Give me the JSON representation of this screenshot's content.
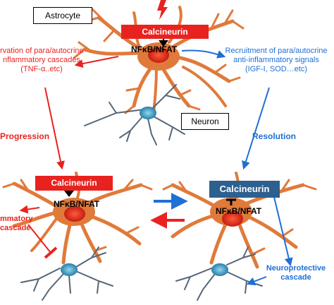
{
  "labels": {
    "astrocyte": "Astrocyte",
    "neuron": "Neuron",
    "progression": "Progression",
    "resolution": "Resolution"
  },
  "top": {
    "calcineurin": "Calcineurin",
    "nfkb": "NFκB/NFAT",
    "left_text": [
      "rvation of para/autocrine",
      "nflammatory cascades",
      "(TNF-α..etc)"
    ],
    "right_text": [
      "Recruitment of para/autocrine",
      "anti-inflammatory signals",
      "(IGF-I, SOD…etc)"
    ]
  },
  "bottom_left": {
    "calcineurin": "Calcineurin",
    "nfkb": "NFκB/NFAT",
    "side_text": [
      "mmatory",
      "cascade"
    ]
  },
  "bottom_right": {
    "calcineurin": "Calcineurin",
    "nfkb": "NFκB/NFAT",
    "side_text": [
      "Neuroprotective",
      "cascade"
    ]
  },
  "colors": {
    "red": "#e8231f",
    "blue": "#1f6fd6",
    "calcineurin_blue": "#2d5f8f",
    "cell_orange": "#e07a3a",
    "neuron_gray": "#556677"
  }
}
